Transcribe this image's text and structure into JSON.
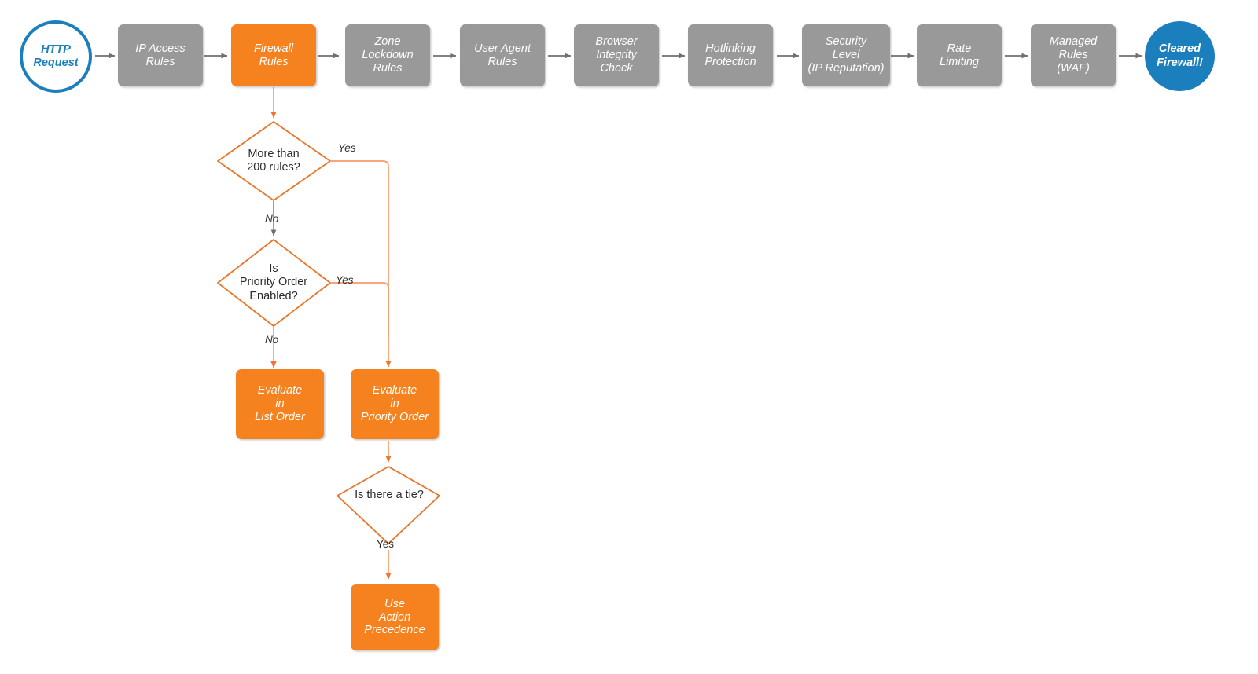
{
  "diagram": {
    "title": "Cloudflare request evaluation order flowchart",
    "colors": {
      "gray_fill": "#999999",
      "orange_fill": "#f6821f",
      "orange_stroke": "#e8762a",
      "orange_connector": "#f79a6a",
      "blue": "#1b7fbd",
      "gray_connector": "#7f7f7f",
      "text_dark": "#2b2b2b",
      "background": "#ffffff"
    },
    "pipeline": [
      {
        "id": "http-request",
        "shape": "circle",
        "style": "start",
        "lines": [
          "HTTP",
          "Request"
        ]
      },
      {
        "id": "ip-access-rules",
        "shape": "box",
        "style": "gray",
        "lines": [
          "IP Access",
          "Rules"
        ]
      },
      {
        "id": "firewall-rules",
        "shape": "box",
        "style": "orange",
        "lines": [
          "Firewall",
          "Rules"
        ]
      },
      {
        "id": "zone-lockdown-rules",
        "shape": "box",
        "style": "gray",
        "lines": [
          "Zone",
          "Lockdown",
          "Rules"
        ]
      },
      {
        "id": "user-agent-rules",
        "shape": "box",
        "style": "gray",
        "lines": [
          "User Agent",
          "Rules"
        ]
      },
      {
        "id": "browser-integrity-check",
        "shape": "box",
        "style": "gray",
        "lines": [
          "Browser",
          "Integrity",
          "Check"
        ]
      },
      {
        "id": "hotlinking-protection",
        "shape": "box",
        "style": "gray",
        "lines": [
          "Hotlinking",
          "Protection"
        ]
      },
      {
        "id": "security-level",
        "shape": "box",
        "style": "gray",
        "lines": [
          "Security",
          "Level",
          "(IP Reputation)"
        ]
      },
      {
        "id": "rate-limiting",
        "shape": "box",
        "style": "gray",
        "lines": [
          "Rate",
          "Limiting"
        ]
      },
      {
        "id": "managed-rules-waf",
        "shape": "box",
        "style": "gray",
        "lines": [
          "Managed",
          "Rules",
          "(WAF)"
        ]
      },
      {
        "id": "cleared-firewall",
        "shape": "circle",
        "style": "end",
        "lines": [
          "Cleared",
          "Firewall!"
        ]
      }
    ],
    "decisions": [
      {
        "id": "more-than-200-rules",
        "lines": [
          "More than",
          "200 rules?"
        ]
      },
      {
        "id": "is-priority-order-enabled",
        "lines": [
          "Is",
          "Priority Order",
          "Enabled?"
        ]
      },
      {
        "id": "is-there-a-tie",
        "lines": [
          "Is there a tie?"
        ]
      }
    ],
    "outcomes": [
      {
        "id": "evaluate-in-list-order",
        "lines": [
          "Evaluate",
          "in",
          "List Order"
        ]
      },
      {
        "id": "evaluate-in-priority-order",
        "lines": [
          "Evaluate",
          "in",
          "Priority Order"
        ]
      },
      {
        "id": "use-action-precedence",
        "lines": [
          "Use",
          "Action",
          "Precedence"
        ]
      }
    ],
    "edge_labels": [
      {
        "id": "more-than-200-rules-yes",
        "text": "Yes"
      },
      {
        "id": "more-than-200-rules-no",
        "text": "No"
      },
      {
        "id": "priority-order-yes",
        "text": "Yes"
      },
      {
        "id": "priority-order-no",
        "text": "No"
      },
      {
        "id": "is-there-a-tie-yes",
        "text": "Yes"
      }
    ]
  }
}
